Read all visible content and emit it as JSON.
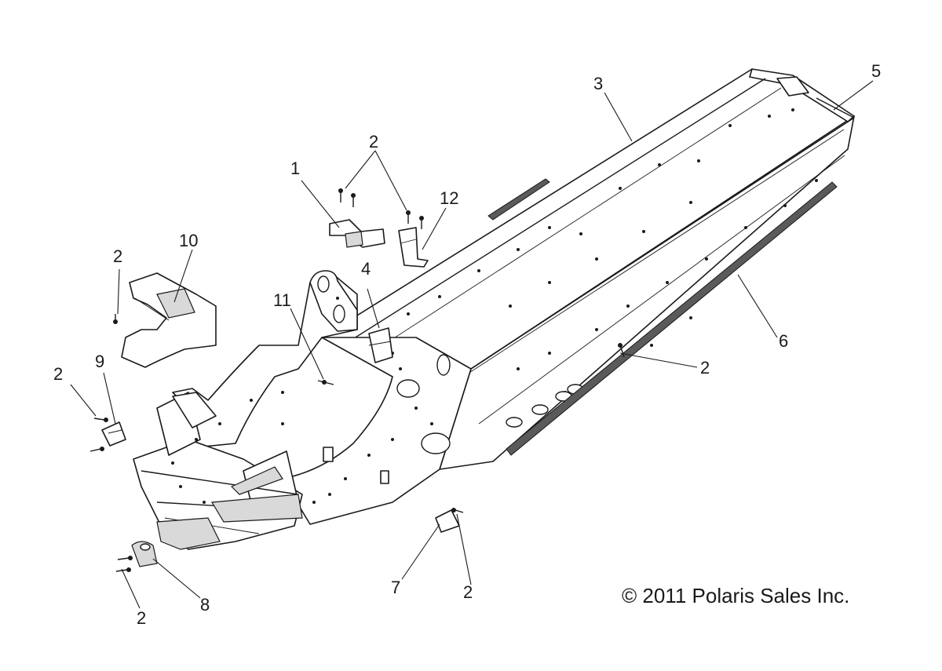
{
  "callouts": {
    "c1": "1",
    "c2a": "2",
    "c2b": "2",
    "c2c": "2",
    "c2d": "2",
    "c2e": "2",
    "c2f": "2",
    "c3": "3",
    "c4": "4",
    "c5": "5",
    "c6": "6",
    "c7": "7",
    "c8": "8",
    "c9": "9",
    "c10": "10",
    "c11": "11",
    "c12": "12"
  },
  "copyright": "© 2011 Polaris Sales Inc."
}
